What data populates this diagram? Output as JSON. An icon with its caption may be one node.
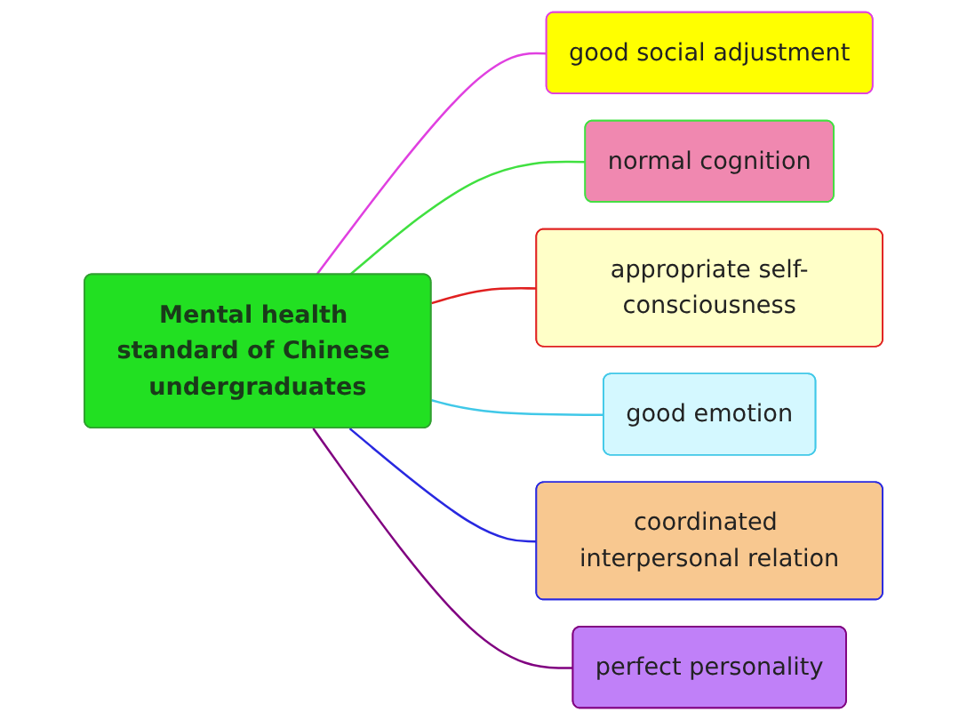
{
  "diagram": {
    "nodes": [
      {
        "text": [
          "Mental health standard of Chinese undergraduates"
        ]
      },
      {
        "text": [
          "good social adjustment"
        ]
      },
      {
        "text": [
          "normal cognition"
        ]
      },
      {
        "text": [
          "appropriate self-consciousness"
        ]
      },
      {
        "text": [
          "good emotion"
        ]
      },
      {
        "text": [
          "coordinated interpersonal relation"
        ]
      },
      {
        "text": [
          "perfect personality"
        ]
      }
    ],
    "edges": [
      {
        "from": 0,
        "to": 1,
        "arrow": "none",
        "color": "#e040e0"
      },
      {
        "from": 0,
        "to": 2,
        "arrow": "none",
        "color": "#40e040"
      },
      {
        "from": 0,
        "to": 3,
        "arrow": "none",
        "color": "#e02020"
      },
      {
        "from": 0,
        "to": 4,
        "arrow": "none",
        "color": "#40c8e8"
      },
      {
        "from": 0,
        "to": 5,
        "arrow": "none",
        "color": "#2828e0"
      },
      {
        "from": 0,
        "to": 6,
        "arrow": "none",
        "color": "#800080"
      }
    ]
  }
}
